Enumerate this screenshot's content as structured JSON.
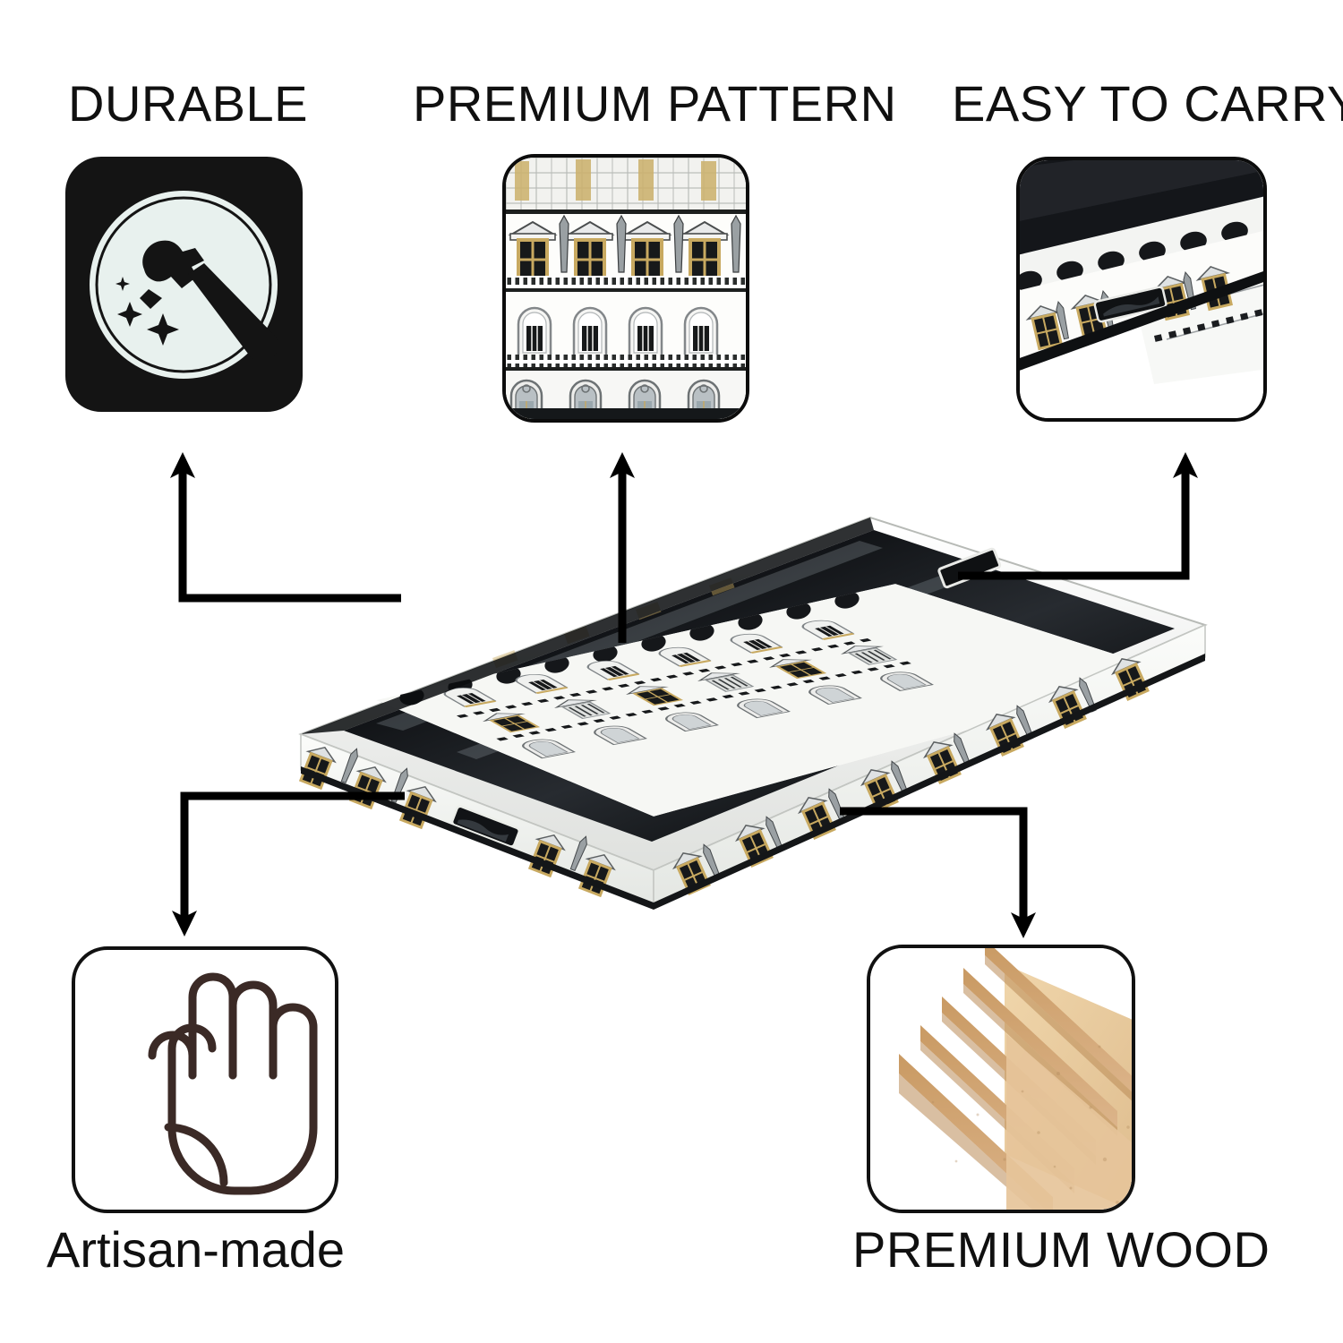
{
  "page": {
    "background_color": "#ffffff",
    "product_name": "Decorative Rectangular Serving Tray",
    "pattern_motif": "palazzo-facade"
  },
  "features": [
    {
      "id": "durable",
      "label": "DURABLE",
      "icon": "hammer-icon",
      "tile_style": "solid-dark",
      "tile_bg": "#141414",
      "icon_color": "#e8f1ee",
      "arrow": "elbow-up-left"
    },
    {
      "id": "premium-pattern",
      "label": "PREMIUM PATTERN",
      "icon": "facade-pattern-photo",
      "tile_style": "photo",
      "arrow": "straight-up"
    },
    {
      "id": "easy-to-carry",
      "label": "EASY TO CARRY",
      "icon": "tray-handle-photo",
      "tile_style": "photo",
      "arrow": "elbow-up-right"
    },
    {
      "id": "artisan-made",
      "label": "Artisan-made",
      "icon": "hand-icon",
      "tile_style": "outline",
      "icon_color": "#3b2a26",
      "arrow": "elbow-down-left"
    },
    {
      "id": "premium-wood",
      "label": "PREMIUM WOOD",
      "icon": "mdf-board-stack-photo",
      "tile_style": "photo",
      "arrow": "elbow-down-right"
    }
  ],
  "colors": {
    "ink": "#101010",
    "tile_dark": "#141414",
    "icon_light": "#e8f1ee",
    "hand_stroke": "#3b2a26",
    "wood_light": "#e8c79a",
    "wood_mid": "#d8b183",
    "wood_dark": "#c69a68",
    "tray_white": "#f4f5f3",
    "tray_black": "#141414",
    "tray_gold": "#c8a960",
    "tray_grey": "#9aa0a3"
  }
}
